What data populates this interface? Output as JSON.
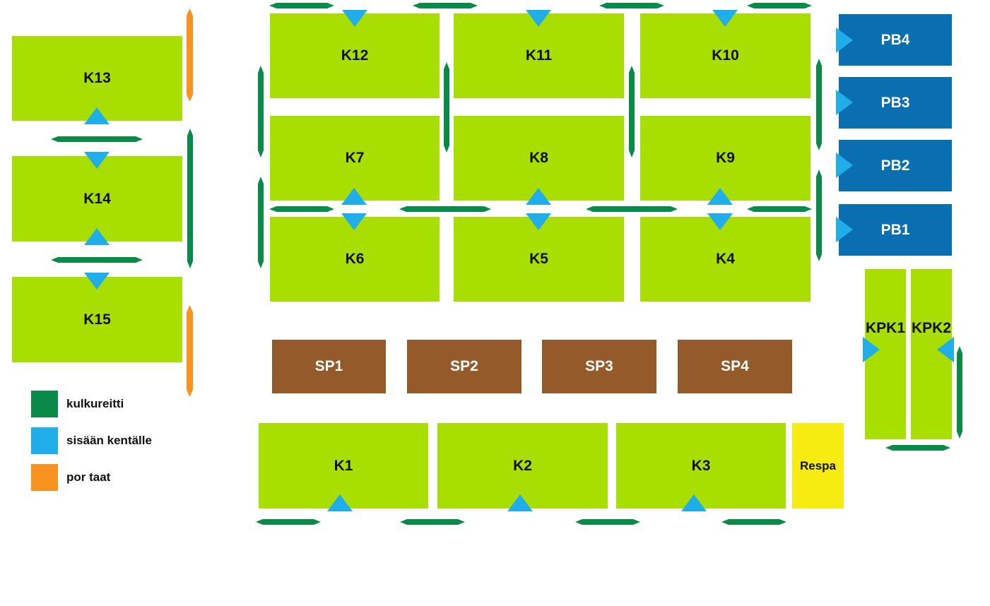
{
  "zones": {
    "k1": "K1",
    "k2": "K2",
    "k3": "K3",
    "k4": "K4",
    "k5": "K5",
    "k6": "K6",
    "k7": "K7",
    "k8": "K8",
    "k9": "K9",
    "k10": "K10",
    "k11": "K11",
    "k12": "K12",
    "k13": "K13",
    "k14": "K14",
    "k15": "K15",
    "pb1": "PB1",
    "pb2": "PB2",
    "pb3": "PB3",
    "pb4": "PB4",
    "sp1": "SP1",
    "sp2": "SP2",
    "sp3": "SP3",
    "sp4": "SP4",
    "kpk1": "KPK1",
    "kpk2": "KPK2",
    "respa": "Respa"
  },
  "legend": {
    "path": "kulkureitti",
    "entry": "sisään kentälle",
    "gates": "por taat"
  },
  "colors": {
    "field": "#a8de00",
    "walkway": "#0a8a48",
    "entrance": "#1faee9",
    "gate": "#f7931e",
    "pb": "#0a6fb0",
    "sp": "#955a2a",
    "respa": "#f7ec12"
  }
}
